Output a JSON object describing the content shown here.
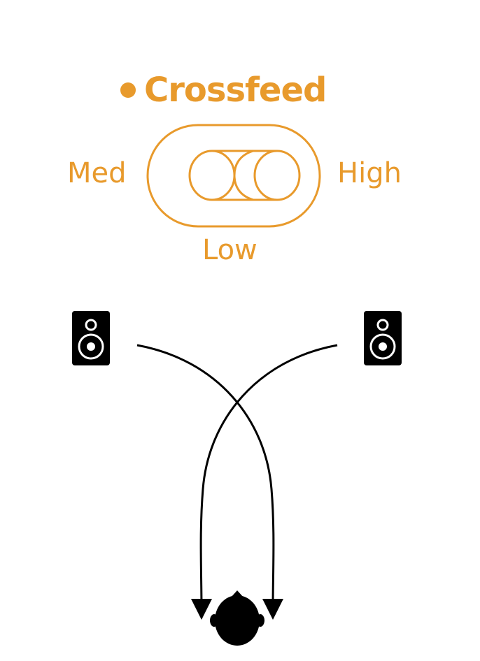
{
  "title": "Crossfeed",
  "switch": {
    "positions": {
      "left": "Med",
      "right": "High",
      "bottom": "Low"
    }
  },
  "icons": {
    "switch": "toggle-switch-icon",
    "left_speaker": "speaker-icon",
    "right_speaker": "speaker-icon",
    "listener": "head-icon"
  },
  "colors": {
    "accent": "#E89A2C",
    "ink": "#000000",
    "background": "#ffffff"
  }
}
